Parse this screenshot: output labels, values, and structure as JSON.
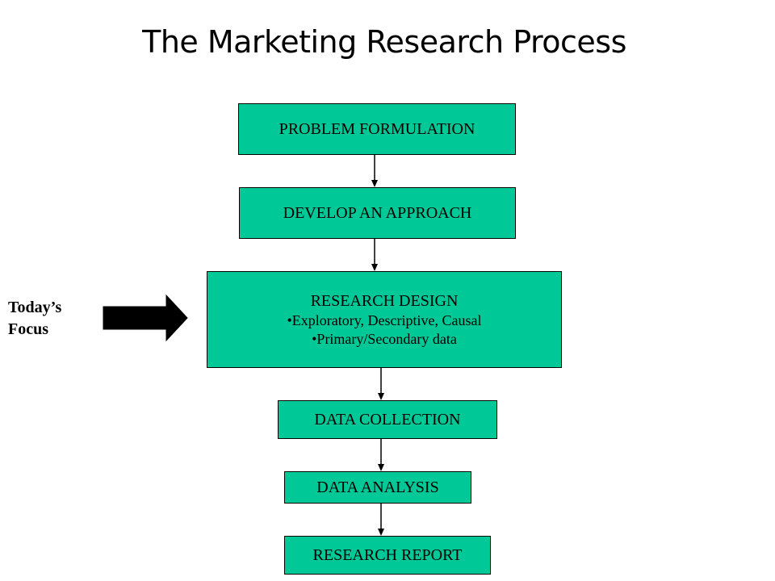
{
  "title": "The Marketing Research Process",
  "steps": [
    {
      "label": "PROBLEM FORMULATION"
    },
    {
      "label": "DEVELOP AN APPROACH"
    },
    {
      "label": "RESEARCH DESIGN",
      "bullets": [
        "•Exploratory, Descriptive, Causal",
        "•Primary/Secondary data"
      ]
    },
    {
      "label": "DATA COLLECTION"
    },
    {
      "label": "DATA ANALYSIS"
    },
    {
      "label": "RESEARCH REPORT"
    }
  ],
  "focus_label": {
    "line1": "Today’s",
    "line2": "Focus"
  },
  "colors": {
    "box_fill": "#00c896",
    "box_border": "#000000",
    "arrow": "#000000",
    "text": "#000000",
    "background": "#ffffff"
  },
  "icons": {
    "focus_arrow": "thick-right-arrow-icon"
  }
}
